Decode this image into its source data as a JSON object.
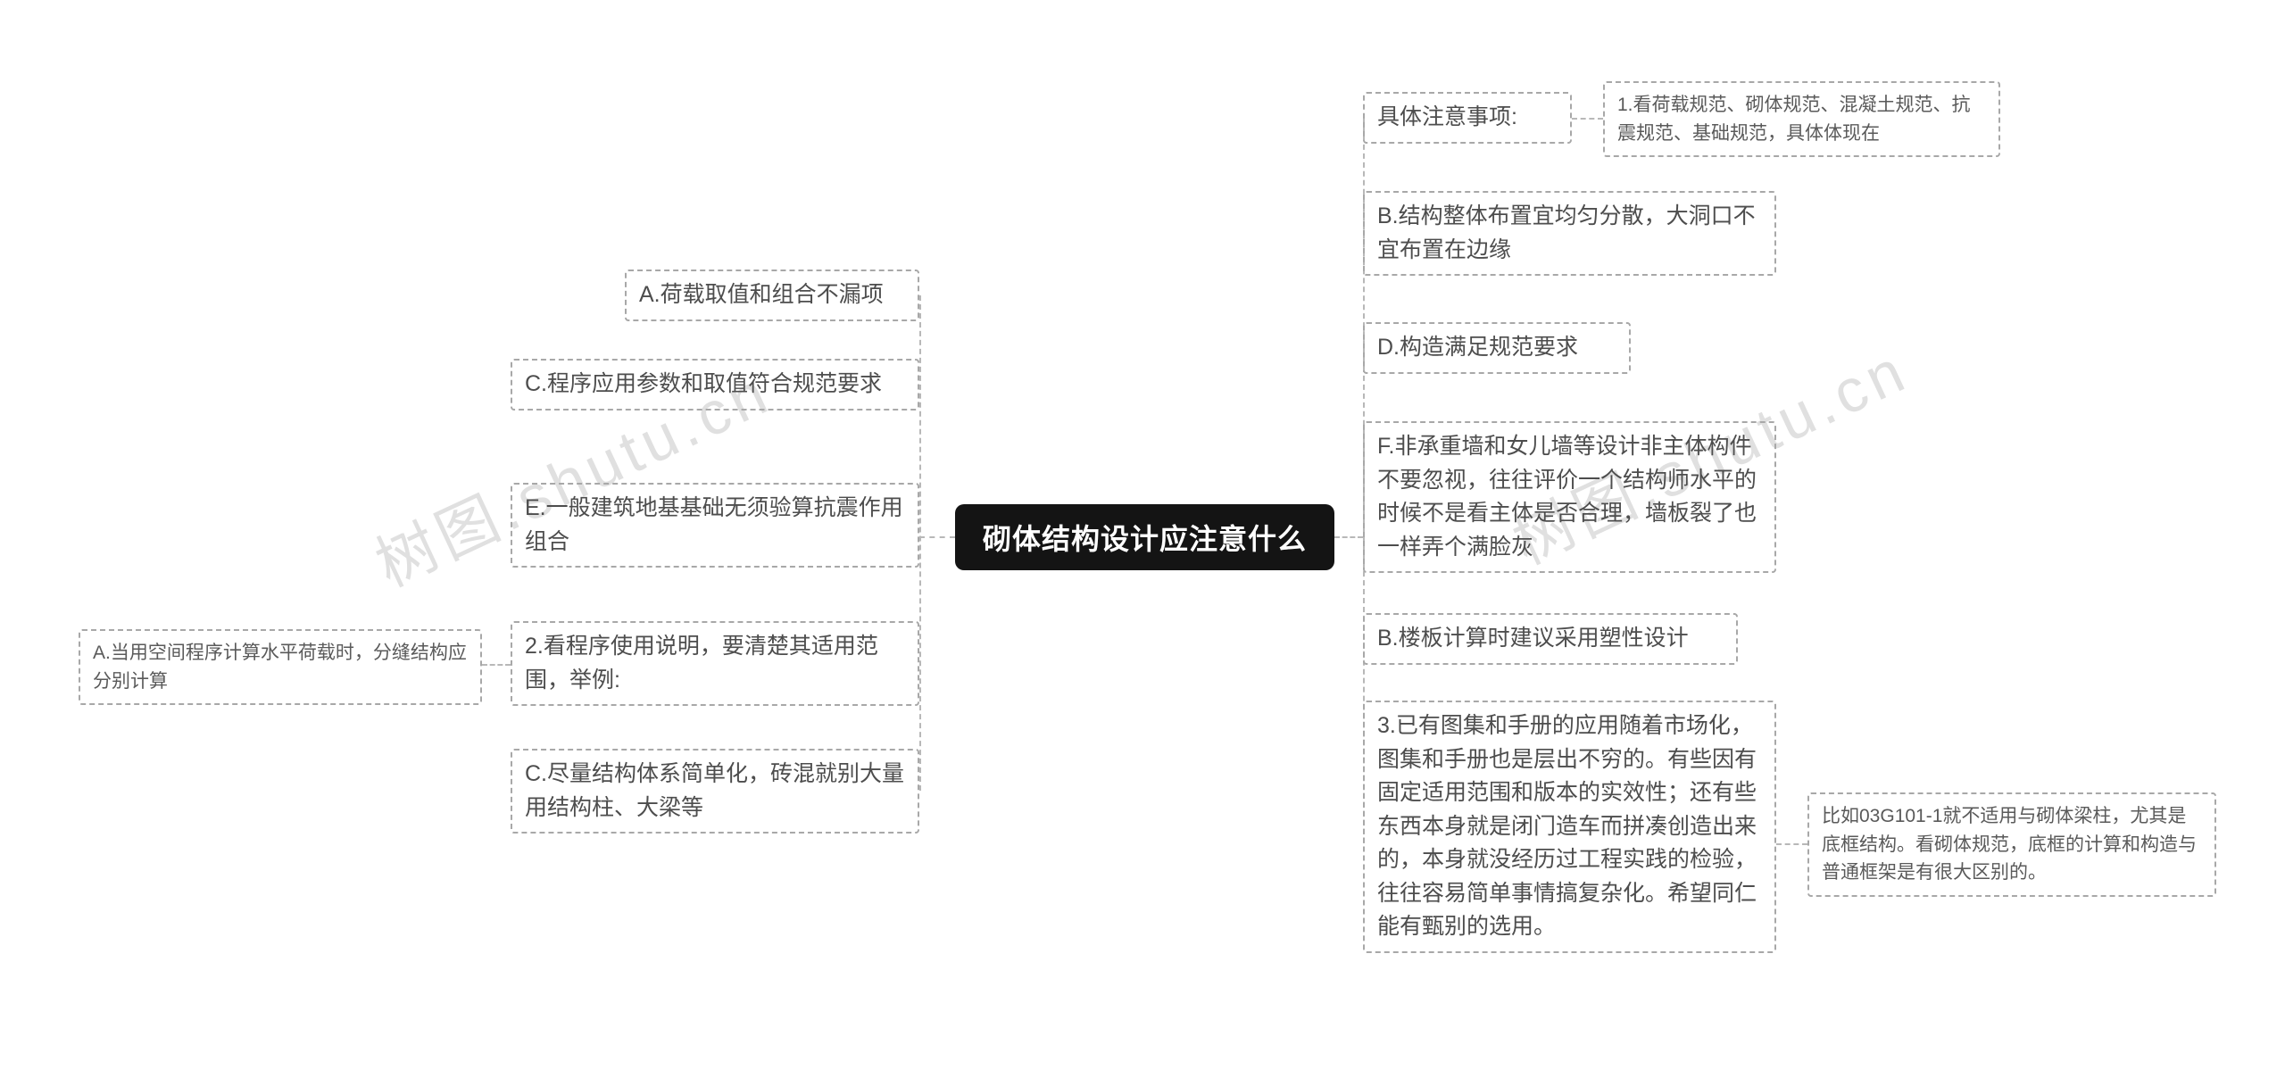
{
  "watermark": "树图.shutu.cn",
  "center": {
    "text": "砌体结构设计应注意什么"
  },
  "left": {
    "nodes": [
      {
        "text": "A.荷载取值和组合不漏项"
      },
      {
        "text": "C.程序应用参数和取值符合规范要求"
      },
      {
        "text": "E.一般建筑地基基础无须验算抗震作用组合"
      },
      {
        "text": "2.看程序使用说明，要清楚其适用范围，举例:"
      },
      {
        "text": "C.尽量结构体系简单化，砖混就别大量用结构柱、大梁等"
      }
    ],
    "sub": {
      "text": "A.当用空间程序计算水平荷载时，分缝结构应分别计算"
    }
  },
  "right": {
    "nodes": [
      {
        "text": "具体注意事项:"
      },
      {
        "text": "B.结构整体布置宜均匀分散，大洞口不宜布置在边缘"
      },
      {
        "text": "D.构造满足规范要求"
      },
      {
        "text": "F.非承重墙和女儿墙等设计非主体构件不要忽视，往往评价一个结构师水平的时候不是看主体是否合理，墙板裂了也一样弄个满脸灰"
      },
      {
        "text": "B.楼板计算时建议采用塑性设计"
      },
      {
        "text": "3.已有图集和手册的应用随着市场化，图集和手册也是层出不穷的。有些因有固定适用范围和版本的实效性；还有些东西本身就是闭门造车而拼凑创造出来的，本身就没经历过工程实践的检验，往往容易简单事情搞复杂化。希望同仁能有甄别的选用。"
      }
    ],
    "subs": [
      {
        "text": "1.看荷载规范、砌体规范、混凝土规范、抗震规范、基础规范，具体体现在"
      },
      {
        "text": "比如03G101-1就不适用与砌体梁柱，尤其是底框结构。看砌体规范，底框的计算和构造与普通框架是有很大区别的。"
      }
    ]
  },
  "colors": {
    "node_border": "#a8a8a8",
    "node_text": "#4d4d4d",
    "connector": "#b8b8b8",
    "center_bg": "#141414",
    "center_text": "#ffffff",
    "watermark": "#e0e0e0"
  }
}
